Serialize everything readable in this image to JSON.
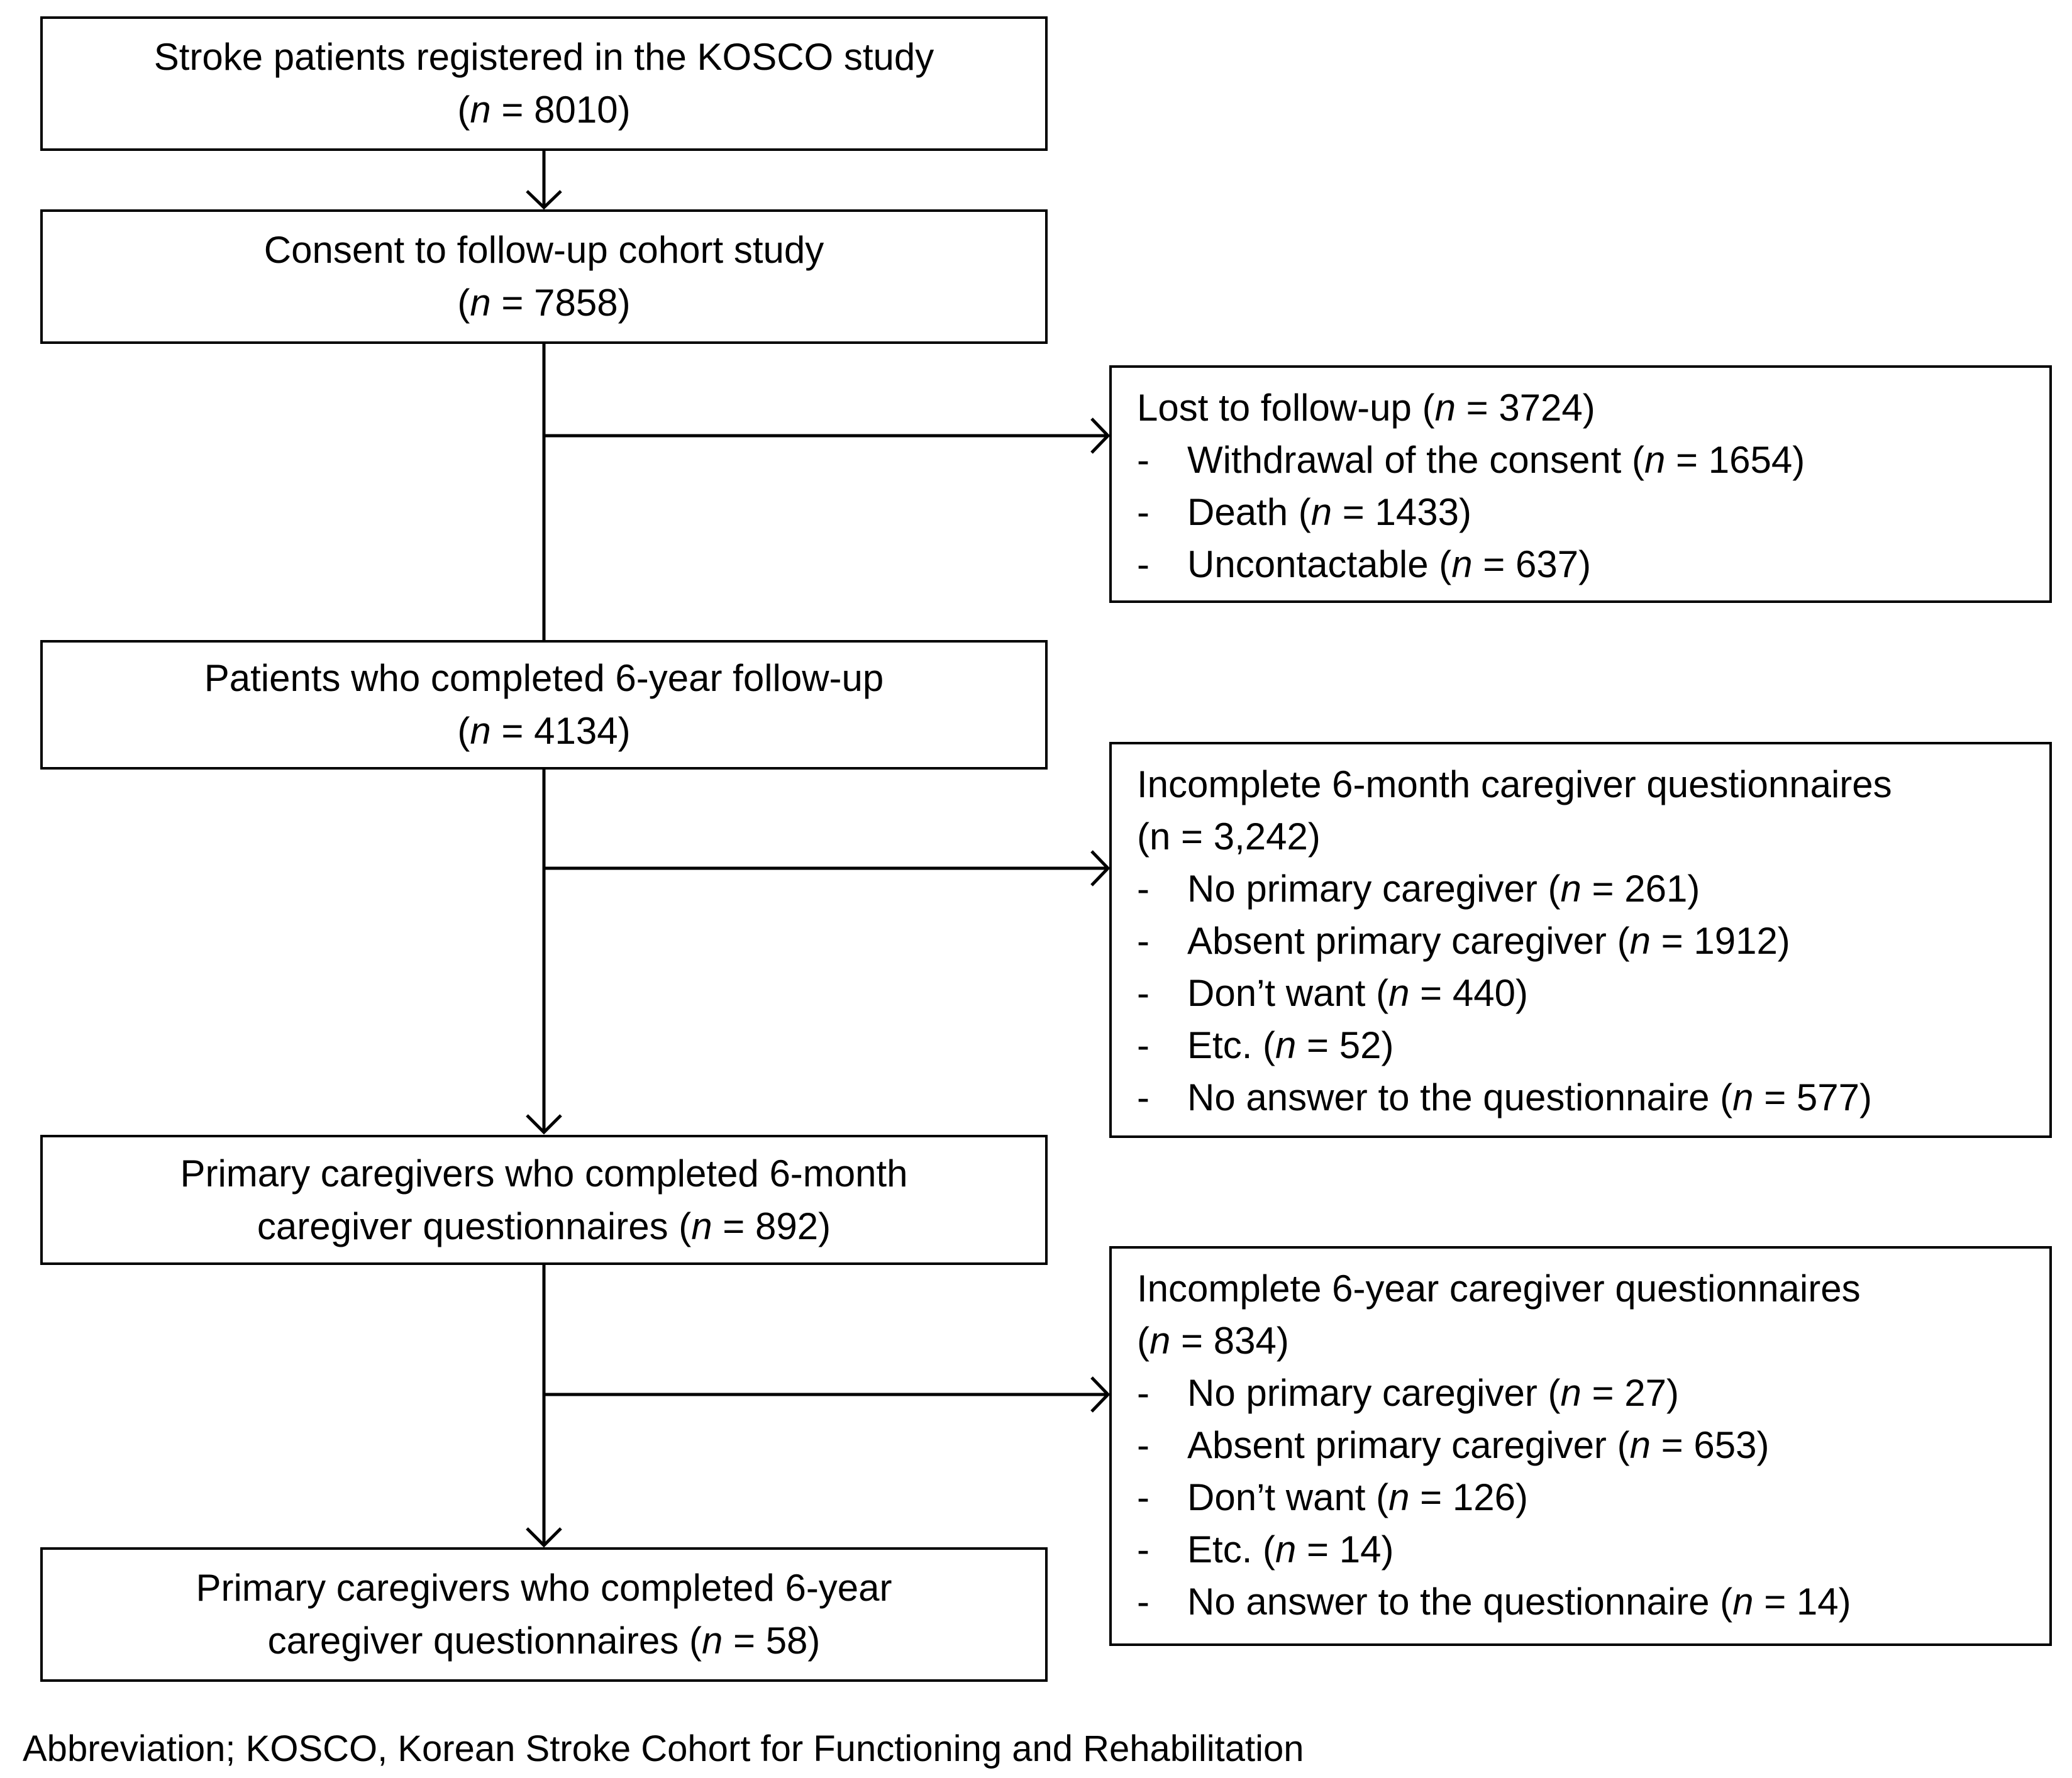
{
  "main_boxes": [
    {
      "line1": "Stroke patients registered in the KOSCO study",
      "line2_open": "(",
      "n_symbol": "n",
      "line2_rest": " = 8010)"
    },
    {
      "line1": "Consent to follow-up cohort study",
      "line2_open": "(",
      "n_symbol": "n",
      "line2_rest": " = 7858)"
    },
    {
      "line1": "Patients who completed 6-year follow-up",
      "line2_open": "(",
      "n_symbol": "n",
      "line2_rest": " = 4134)"
    },
    {
      "line1": "Primary caregivers who completed 6-month",
      "line2_open": "caregiver questionnaires (",
      "n_symbol": "n",
      "line2_rest": " = 892)"
    },
    {
      "line1": "Primary caregivers who completed 6-year",
      "line2_open": "caregiver questionnaires (",
      "n_symbol": "n",
      "line2_rest": " = 58)"
    }
  ],
  "exclusion_boxes": [
    {
      "title_pre": "Lost to follow-up (",
      "n_symbol": "n",
      "title_post": " = 3724)",
      "title_line2": "",
      "items": [
        {
          "dash": "-",
          "pre": "Withdrawal of the consent (",
          "n": "n",
          "post": " = 1654)"
        },
        {
          "dash": "-",
          "pre": "Death (",
          "n": "n",
          "post": " = 1433)"
        },
        {
          "dash": "-",
          "pre": "Uncontactable (",
          "n": "n",
          "post": "  = 637)"
        }
      ]
    },
    {
      "title_pre": "Incomplete 6-month caregiver questionnaires",
      "n_symbol": "",
      "title_post": "",
      "title_line2": "(n = 3,242)",
      "items": [
        {
          "dash": "-",
          "pre": "No primary caregiver (",
          "n": "n",
          "post": " = 261)"
        },
        {
          "dash": "-",
          "pre": "Absent primary caregiver (",
          "n": "n",
          "post": " = 1912)"
        },
        {
          "dash": "-",
          "pre": "Don’t want (",
          "n": "n",
          "post": " = 440)"
        },
        {
          "dash": "-",
          "pre": "Etc. (",
          "n": "n",
          "post": " = 52)"
        },
        {
          "dash": "-",
          "pre": "No answer to the questionnaire (",
          "n": "n",
          "post": " = 577)"
        }
      ]
    },
    {
      "title_pre": "Incomplete 6-year caregiver questionnaires",
      "n_symbol": "",
      "title_post": "",
      "title_line2_open": " (",
      "title_line2_n": "n",
      "title_line2_rest": " = 834)",
      "items": [
        {
          "dash": "-",
          "pre": "No primary caregiver (",
          "n": "n",
          "post": " = 27)"
        },
        {
          "dash": "-",
          "pre": "Absent primary caregiver (",
          "n": "n",
          "post": " = 653)"
        },
        {
          "dash": "-",
          "pre": "Don’t want (",
          "n": "n",
          "post": " = 126)"
        },
        {
          "dash": "-",
          "pre": "Etc. (",
          "n": "n",
          "post": " = 14)"
        },
        {
          "dash": "-",
          "pre": "No answer to the questionnaire (",
          "n": "n",
          "post": " = 14)"
        }
      ]
    }
  ],
  "footnote": "Abbreviation; KOSCO, Korean Stroke Cohort for Functioning and Rehabilitation"
}
